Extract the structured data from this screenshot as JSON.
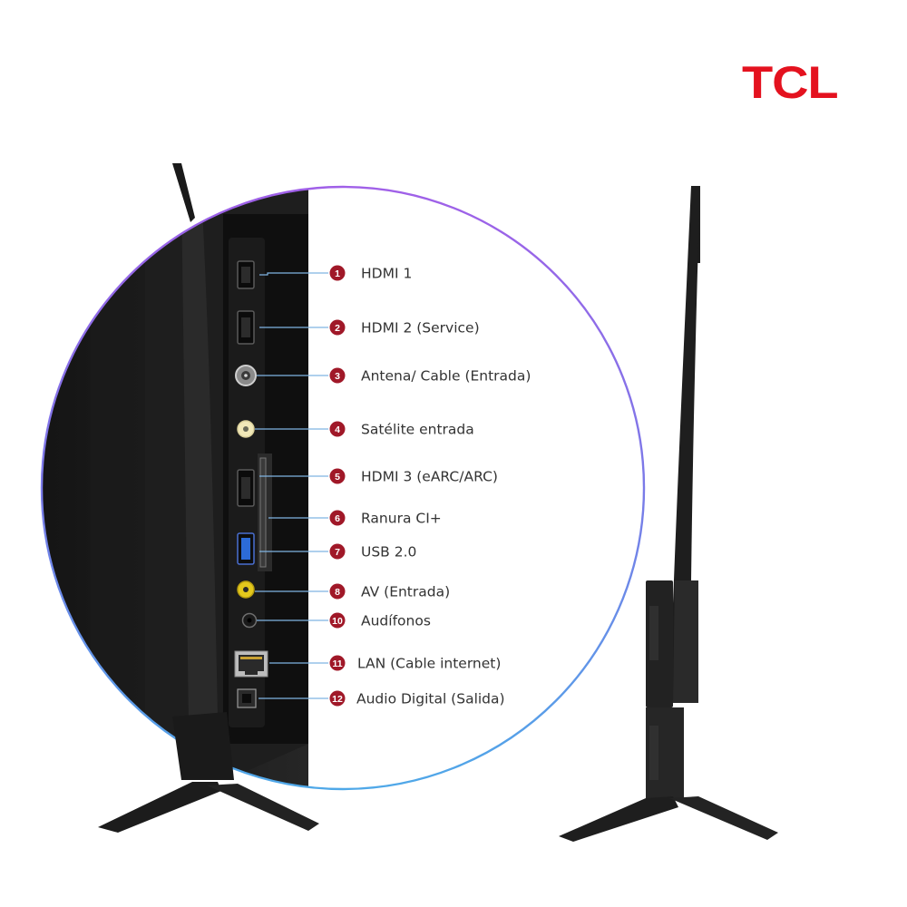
{
  "brand": {
    "logo_text": "TCL",
    "color": "#e4121f"
  },
  "accent": {
    "bullet_color": "#a01828",
    "ring_gradient": [
      "#a060e8",
      "#4fa8e8"
    ]
  },
  "ports": [
    {
      "number": "1",
      "label": "HDMI 1",
      "icon": "hdmi-port"
    },
    {
      "number": "2",
      "label": "HDMI 2 (Service)",
      "icon": "hdmi-port"
    },
    {
      "number": "3",
      "label": "Antena/ Cable (Entrada)",
      "icon": "coax-port"
    },
    {
      "number": "4",
      "label": "Satélite entrada",
      "icon": "satellite-port"
    },
    {
      "number": "5",
      "label": "HDMI 3 (eARC/ARC)",
      "icon": "hdmi-port"
    },
    {
      "number": "6",
      "label": "Ranura CI+",
      "icon": "ci-slot"
    },
    {
      "number": "7",
      "label": "USB 2.0",
      "icon": "usb-port"
    },
    {
      "number": "8",
      "label": "AV (Entrada)",
      "icon": "rca-port"
    },
    {
      "number": "10",
      "label": "Audífonos",
      "icon": "headphone-jack"
    },
    {
      "number": "11",
      "label": "LAN (Cable internet)",
      "icon": "ethernet-port"
    },
    {
      "number": "12",
      "label": "Audio Digital (Salida)",
      "icon": "optical-port"
    }
  ]
}
